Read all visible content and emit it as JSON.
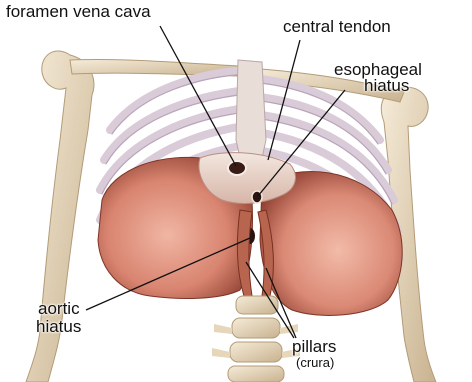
{
  "labels": {
    "foramen_vena_cava": "foramen vena cava",
    "central_tendon": "central tendon",
    "esophageal_line1": "esophageal",
    "esophageal_line2": "hiatus",
    "aortic_line1": "aortic",
    "aortic_line2": "hiatus",
    "pillars": "pillars",
    "crura": "(crura)"
  },
  "colors": {
    "bone": "#ecdfc7",
    "bone_shadow": "#c9b594",
    "rib": "#d8c9d6",
    "diaphragm": "#d97f6c",
    "diaphragm_dark": "#9a4636",
    "leader_line": "#111111"
  }
}
